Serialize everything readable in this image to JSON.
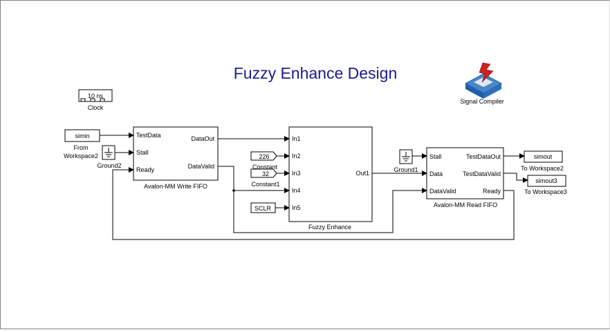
{
  "title": "Fuzzy Enhance Design",
  "colors": {
    "title": "#1a1a8c",
    "logo_red": "#cc2222",
    "logo_blue": "#1e5fa8"
  },
  "blocks": {
    "clock": {
      "value": "10 ns",
      "label": "Clock"
    },
    "signal_compiler": {
      "label": "Signal Compiler",
      "icon": "signal-compiler-icon"
    },
    "from_workspace": {
      "value": "simin",
      "label_line1": "From",
      "label_line2": "Workspace2"
    },
    "ground2": {
      "label": "Ground2",
      "icon": "ground-icon"
    },
    "ground1": {
      "label": "Ground1",
      "icon": "ground-icon"
    },
    "write_fifo": {
      "label": "Avalon-MM Write FIFO",
      "inputs": [
        "TestData",
        "Stall",
        "Ready"
      ],
      "outputs": [
        "DataOut",
        "DataValid"
      ]
    },
    "constant": {
      "value": "226",
      "label": "Constant"
    },
    "constant1": {
      "value": "32",
      "label": "Constant1"
    },
    "sclr": {
      "value": "SCLR"
    },
    "fuzzy": {
      "label": "Fuzzy Enhance",
      "inputs": [
        "In1",
        "In2",
        "In3",
        "In4",
        "In5"
      ],
      "outputs": [
        "Out1"
      ]
    },
    "read_fifo": {
      "label": "Avalon-MM Read FIFO",
      "inputs": [
        "Stall",
        "Data",
        "DataValid"
      ],
      "outputs": [
        "TestDataOut",
        "TestDataValid",
        "Ready"
      ]
    },
    "to_workspace2": {
      "value": "simout",
      "label": "To Workspace2"
    },
    "to_workspace3": {
      "value": "simout3",
      "label": "To Workspace3"
    }
  }
}
